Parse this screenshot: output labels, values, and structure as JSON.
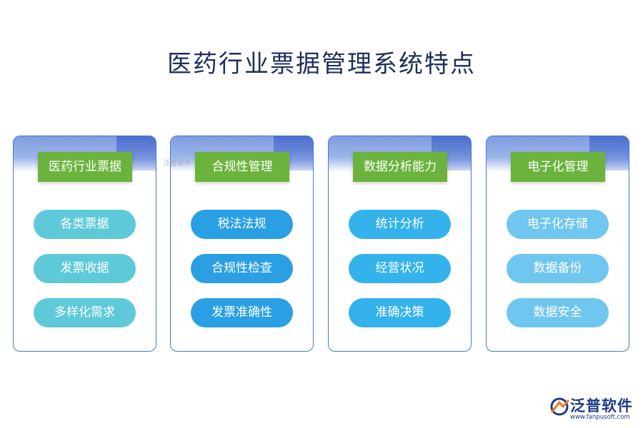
{
  "title": "医药行业票据管理系统特点",
  "columns": [
    {
      "label": "医药行业票据",
      "items": [
        "各类票据",
        "发票收据",
        "多样化需求"
      ]
    },
    {
      "label": "合规性管理",
      "items": [
        "税法法规",
        "合规性检查",
        "发票准确性"
      ]
    },
    {
      "label": "数据分析能力",
      "items": [
        "统计分析",
        "经营状况",
        "准确决策"
      ]
    },
    {
      "label": "电子化管理",
      "items": [
        "电子化存储",
        "数据备份",
        "数据安全"
      ]
    }
  ],
  "watermark": {
    "name": "泛普软件",
    "url": "www.fanpusoft.com"
  },
  "colors": {
    "title": "#1e2f5a",
    "label_bg": "#6cb33e",
    "col1_pill": "#5ec9d9",
    "col2_pill": "#2a9fe3",
    "col3_pill": "#34b2ec",
    "col4_pill": "#6fc6ef"
  }
}
